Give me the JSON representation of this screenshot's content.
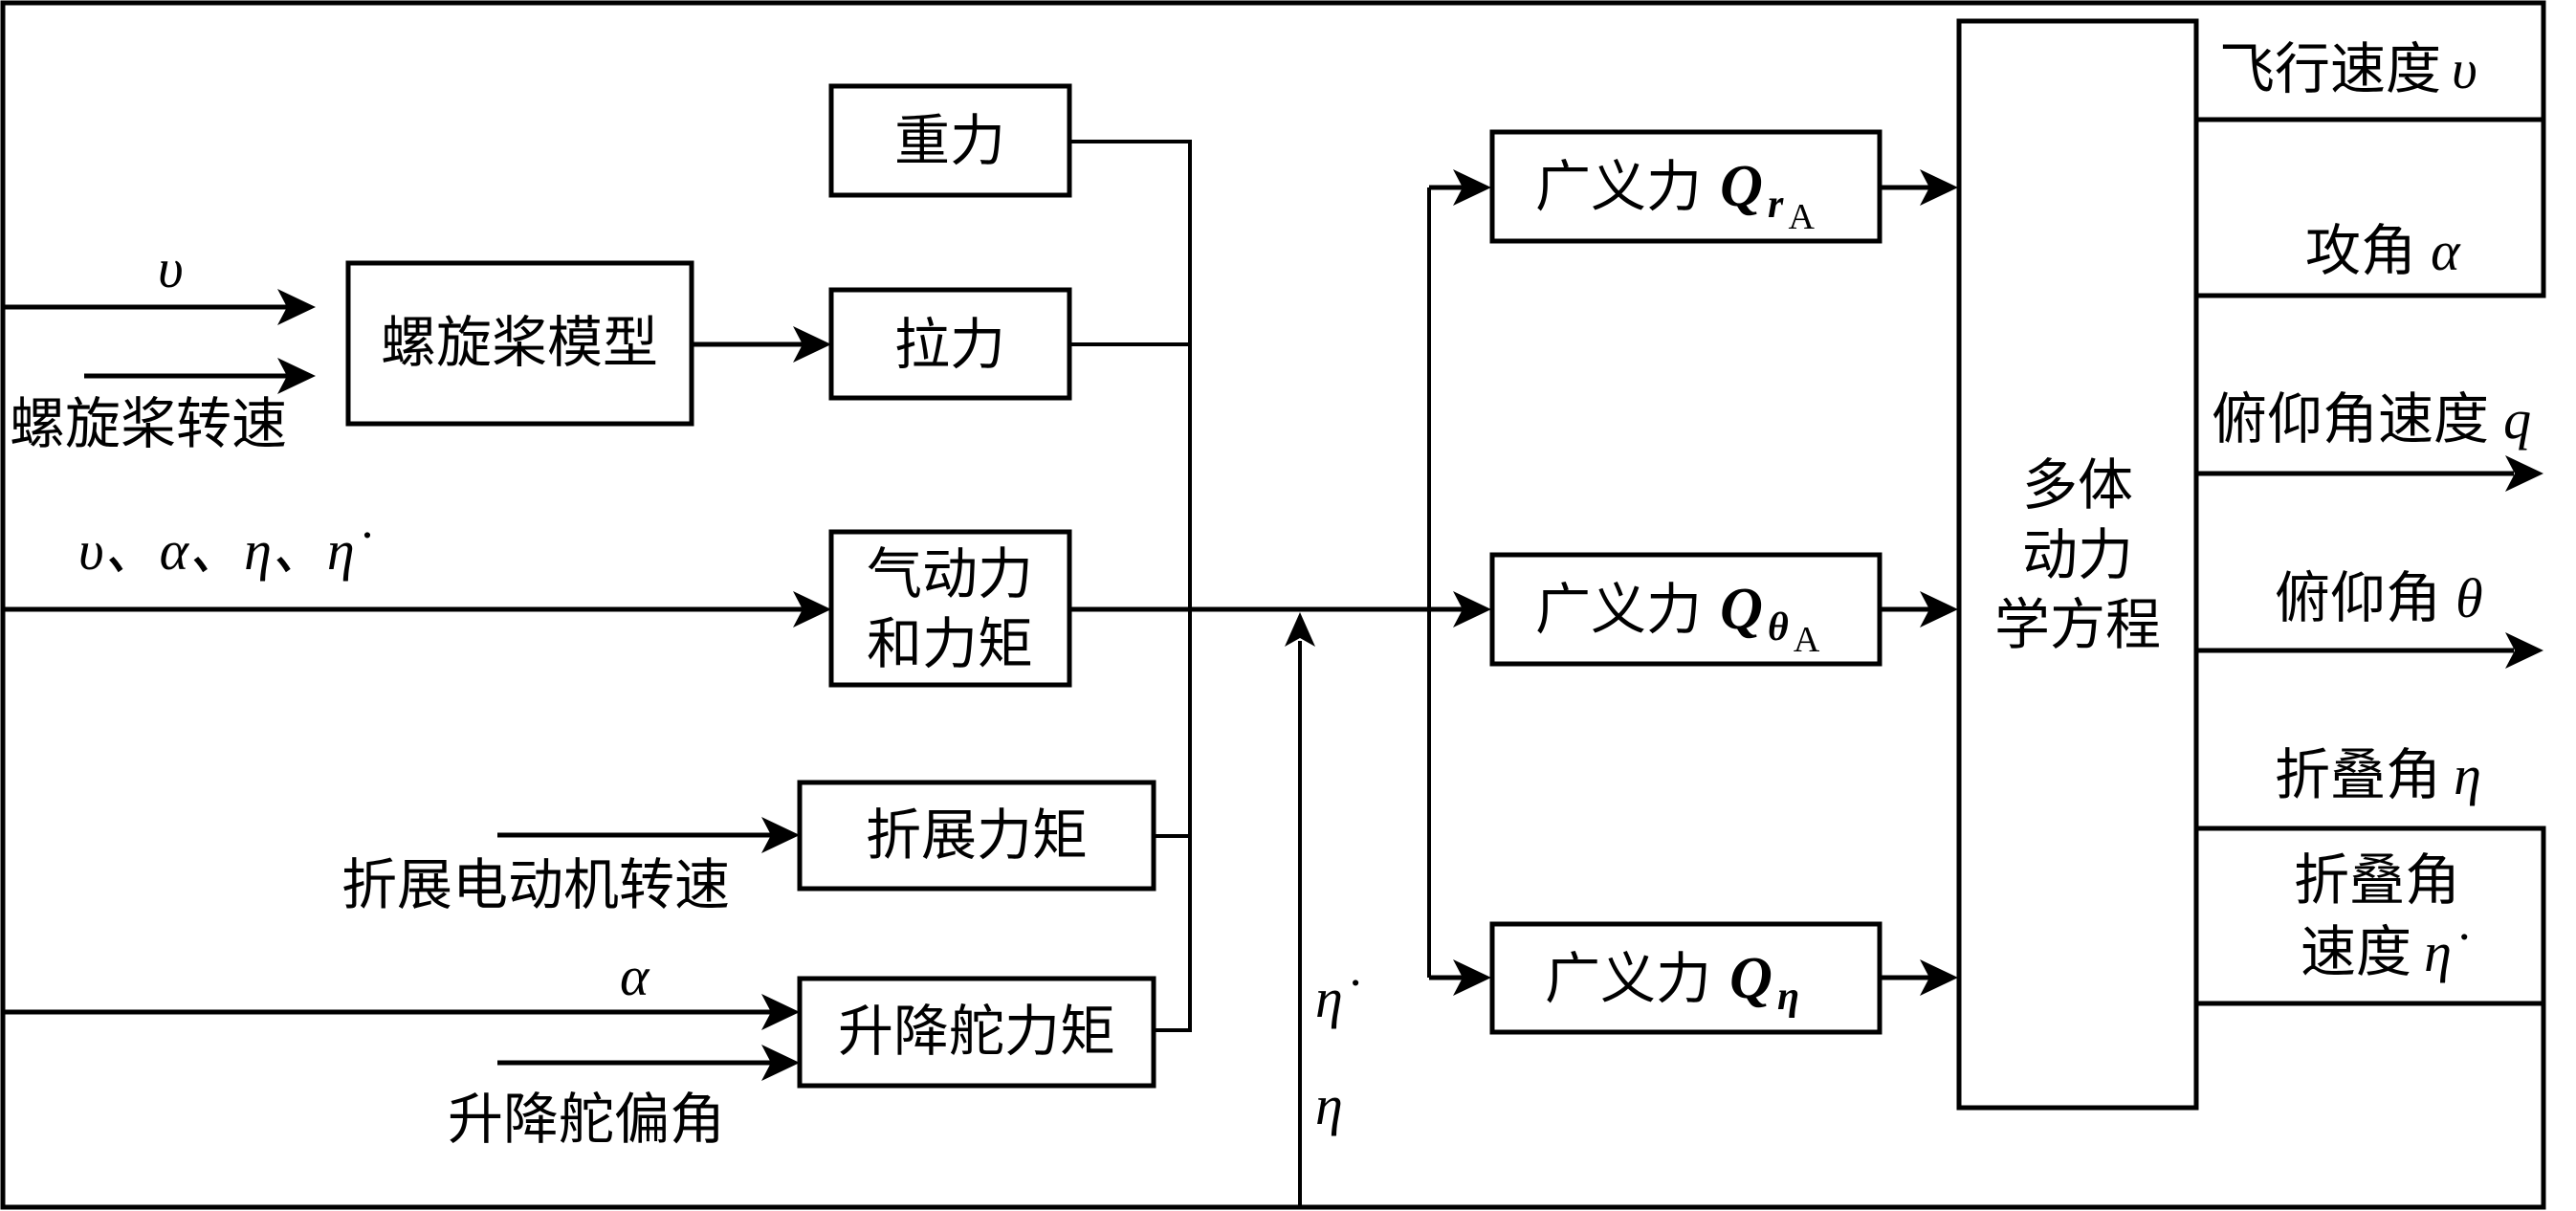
{
  "blocks": {
    "gravity": "重力",
    "thrust": "拉力",
    "propeller_model": "螺旋桨模型",
    "aero_line1": "气动力",
    "aero_line2": "和力矩",
    "fold_moment": "折展力矩",
    "elevator_moment": "升降舵力矩",
    "gen_force_prefix": "广义力",
    "gen_force_r": {
      "symbol": "Q",
      "sub": "r",
      "subsub": "A"
    },
    "gen_force_theta": {
      "symbol": "Q",
      "sub": "θ",
      "subsub": "A"
    },
    "gen_force_eta": {
      "symbol": "Q",
      "sub": "η"
    },
    "multibody_line1": "多体",
    "multibody_line2": "动力",
    "multibody_line3": "学方程"
  },
  "inputs": {
    "v": "υ",
    "prop_speed": "螺旋桨转速",
    "aero_inputs": "υ、α、η、η̇",
    "fold_motor_speed": "折展电动机转速",
    "alpha": "α",
    "elevator_deflection": "升降舵偏角",
    "eta_dot": "η̇",
    "eta": "η"
  },
  "outputs": {
    "flight_speed": {
      "label": "飞行速度",
      "symbol": "υ"
    },
    "attack_angle": {
      "label": "攻角",
      "symbol": "α"
    },
    "pitch_rate": {
      "label": "俯仰角速度",
      "symbol": "q"
    },
    "pitch_angle": {
      "label": "俯仰角",
      "symbol": "θ"
    },
    "fold_angle": {
      "label": "折叠角",
      "symbol": "η"
    },
    "fold_rate_line1": "折叠角",
    "fold_rate_line2": {
      "label": "速度",
      "symbol": "η̇"
    }
  }
}
